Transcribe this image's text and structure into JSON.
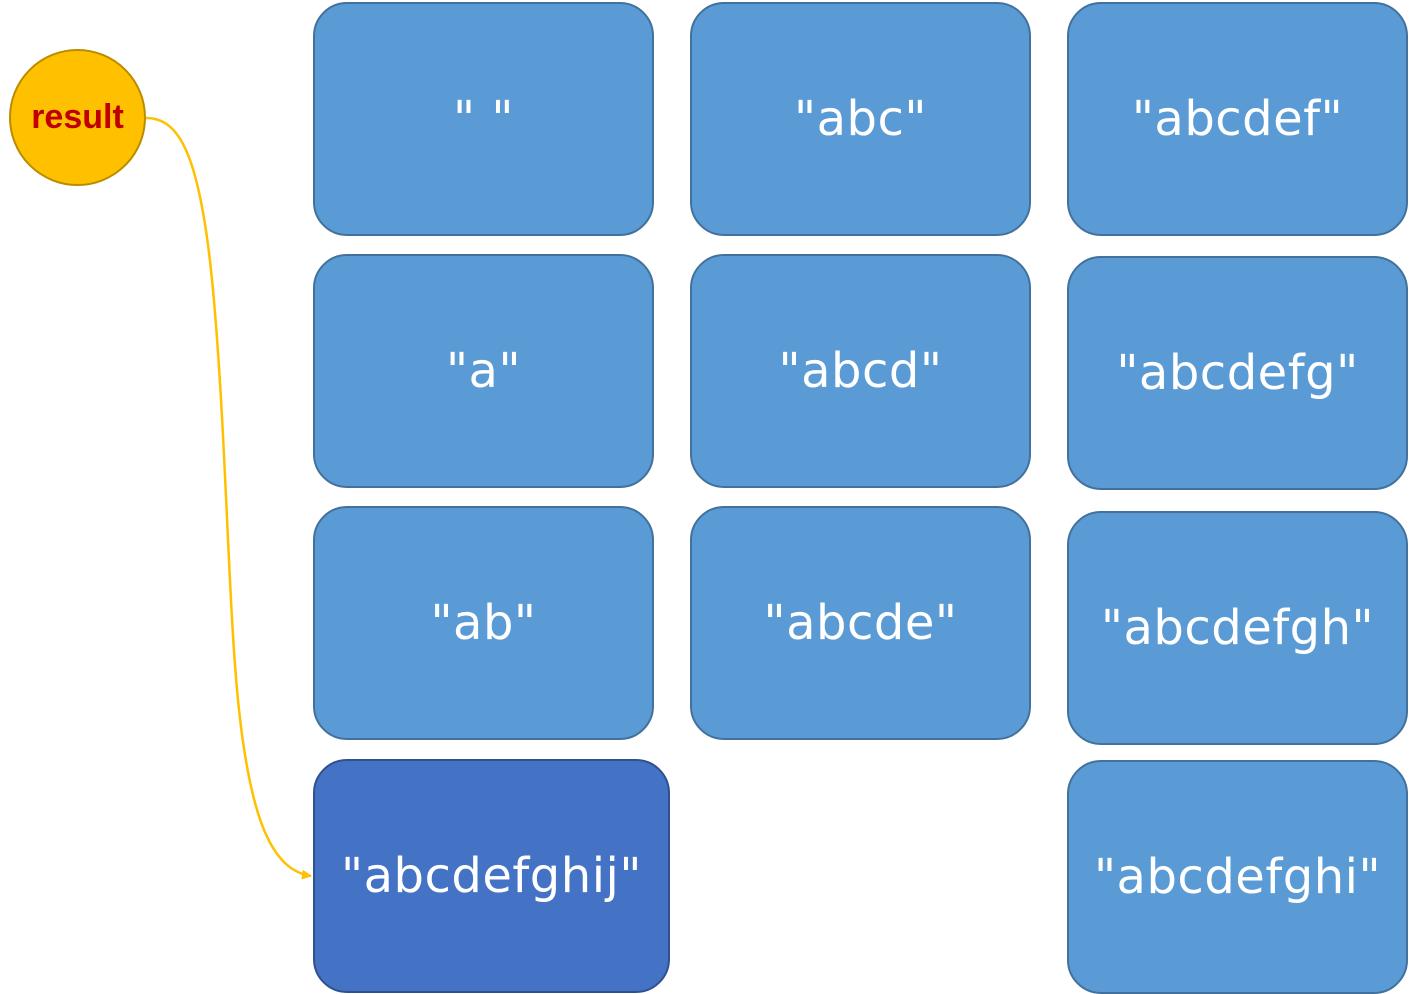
{
  "pointer": {
    "label": "result",
    "fill_color": "#ffc000",
    "text_color": "#c00000",
    "arrow_color": "#ffc000",
    "points_to": "\"abcdefghij\""
  },
  "strings": [
    {
      "text": "\" \""
    },
    {
      "text": "\"a\""
    },
    {
      "text": "\"ab\""
    },
    {
      "text": "\"abc\""
    },
    {
      "text": "\"abcd\""
    },
    {
      "text": "\"abcde\""
    },
    {
      "text": "\"abcdef\""
    },
    {
      "text": "\"abcdefg\""
    },
    {
      "text": "\"abcdefgh\""
    },
    {
      "text": "\"abcdefghi\""
    },
    {
      "text": "\"abcdefghij\"",
      "highlighted": true
    }
  ],
  "colors": {
    "box_fill": "#5b9bd5",
    "box_border": "#41719c",
    "highlight_fill": "#4472c4",
    "highlight_border": "#2f528f",
    "box_text": "#ffffff"
  }
}
